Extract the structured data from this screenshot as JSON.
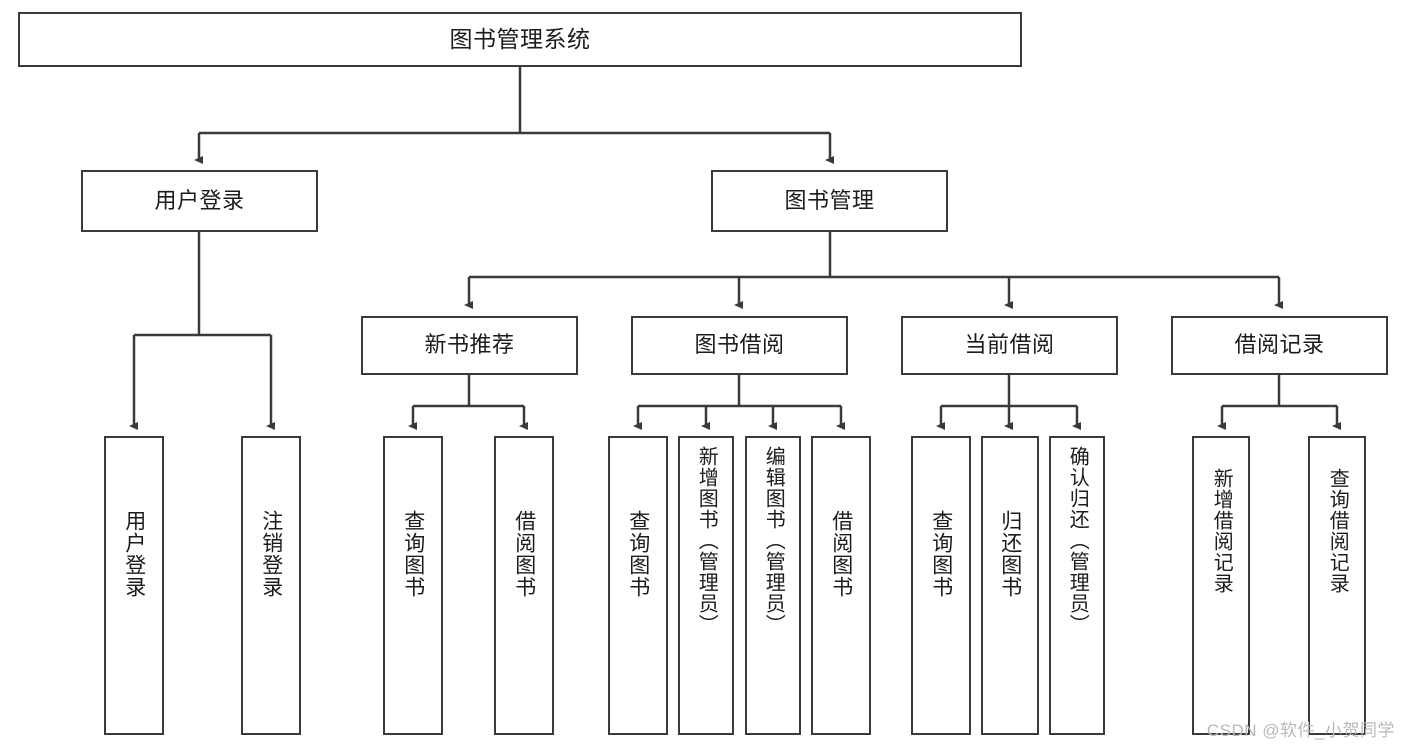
{
  "diagram": {
    "type": "tree-hierarchy-diagram",
    "title": "图书管理系统",
    "stroke_color": "#3a3a3a",
    "fill_color": "#ffffff",
    "text_color": "#1c1c1c",
    "nodes": {
      "root": {
        "label": "图书管理系统",
        "level": 0
      },
      "login": {
        "label": "用户登录",
        "level": 1
      },
      "book_manage": {
        "label": "图书管理",
        "level": 1
      },
      "new_book_rec": {
        "label": "新书推荐",
        "level": 2
      },
      "book_borrow": {
        "label": "图书借阅",
        "level": 2
      },
      "current_borrow": {
        "label": "当前借阅",
        "level": 2
      },
      "borrow_record": {
        "label": "借阅记录",
        "level": 2
      },
      "leaf_user_login": {
        "label": "用户登录",
        "level": 3
      },
      "leaf_logout": {
        "label": "注销登录",
        "level": 3
      },
      "leaf_query_book_1": {
        "label": "查询图书",
        "level": 3
      },
      "leaf_borrow_book_1": {
        "label": "借阅图书",
        "level": 3
      },
      "leaf_query_book_2": {
        "label": "查询图书",
        "level": 3
      },
      "leaf_add_book": {
        "label": "新增图书（管理员）",
        "level": 3
      },
      "leaf_edit_book": {
        "label": "编辑图书（管理员）",
        "level": 3
      },
      "leaf_borrow_book_2": {
        "label": "借阅图书",
        "level": 3
      },
      "leaf_query_book_3": {
        "label": "查询图书",
        "level": 3
      },
      "leaf_return_book": {
        "label": "归还图书",
        "level": 3
      },
      "leaf_confirm_return": {
        "label": "确认归还（管理员）",
        "level": 3
      },
      "leaf_add_record": {
        "label": "新增借阅记录",
        "level": 3
      },
      "leaf_query_record": {
        "label": "查询借阅记录",
        "level": 3
      }
    },
    "edges": [
      {
        "from": "root",
        "to": "login"
      },
      {
        "from": "root",
        "to": "book_manage"
      },
      {
        "from": "login",
        "to": "leaf_user_login"
      },
      {
        "from": "login",
        "to": "leaf_logout"
      },
      {
        "from": "book_manage",
        "to": "new_book_rec"
      },
      {
        "from": "book_manage",
        "to": "book_borrow"
      },
      {
        "from": "book_manage",
        "to": "current_borrow"
      },
      {
        "from": "book_manage",
        "to": "borrow_record"
      },
      {
        "from": "new_book_rec",
        "to": "leaf_query_book_1"
      },
      {
        "from": "new_book_rec",
        "to": "leaf_borrow_book_1"
      },
      {
        "from": "book_borrow",
        "to": "leaf_query_book_2"
      },
      {
        "from": "book_borrow",
        "to": "leaf_add_book"
      },
      {
        "from": "book_borrow",
        "to": "leaf_edit_book"
      },
      {
        "from": "book_borrow",
        "to": "leaf_borrow_book_2"
      },
      {
        "from": "current_borrow",
        "to": "leaf_query_book_3"
      },
      {
        "from": "current_borrow",
        "to": "leaf_return_book"
      },
      {
        "from": "current_borrow",
        "to": "leaf_confirm_return"
      },
      {
        "from": "borrow_record",
        "to": "leaf_add_record"
      },
      {
        "from": "borrow_record",
        "to": "leaf_query_record"
      }
    ]
  },
  "watermark": {
    "text": "CSDN @软件_小贺同学"
  }
}
